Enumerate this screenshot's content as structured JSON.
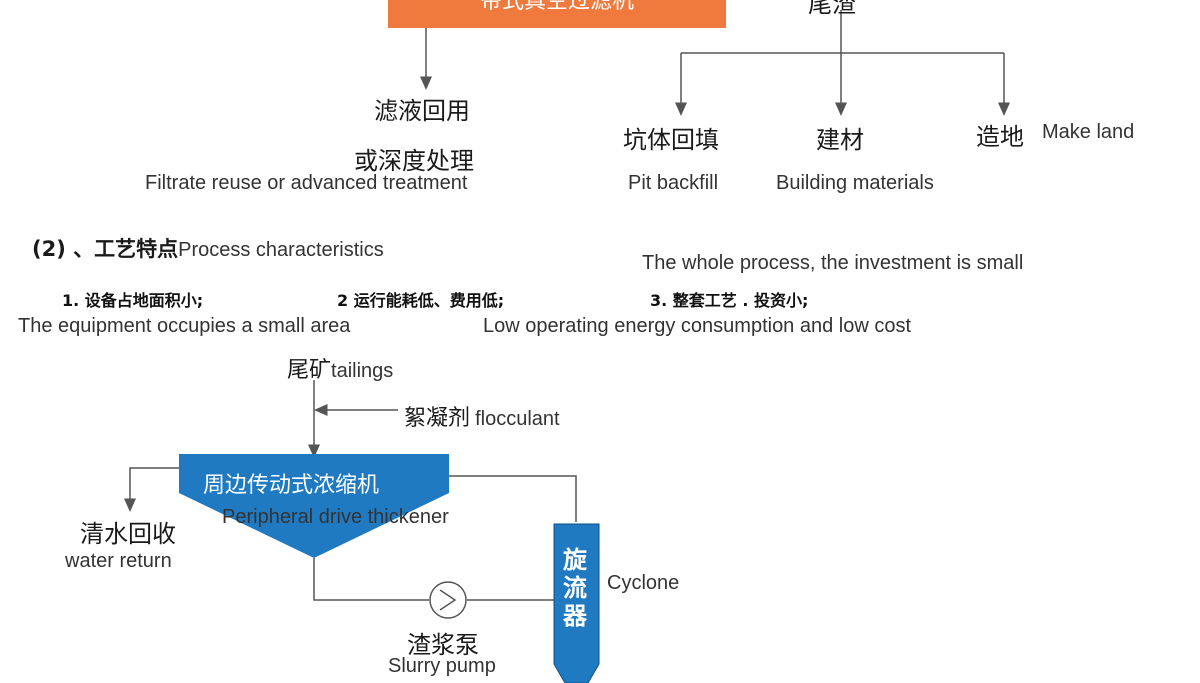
{
  "top": {
    "filter_machine_label": "带式真空过滤机",
    "tailings_label": "尾渣"
  },
  "filtrate": {
    "label_line1": "滤液回用",
    "label_line2": "或深度处理",
    "label_en": "Filtrate reuse or advanced treatment"
  },
  "uses": [
    {
      "zh": "坑体回填",
      "en": "Pit backfill"
    },
    {
      "zh": "建材",
      "en": "Building materials"
    },
    {
      "zh": "造地",
      "en": "Make land"
    }
  ],
  "section": {
    "heading_zh": "(2) 、工艺特点",
    "heading_en": "Process characteristics"
  },
  "features": [
    {
      "zh": "1. 设备占地面积小;",
      "en": "The equipment occupies a small area"
    },
    {
      "zh": "2 运行能耗低、费用低;",
      "en": "Low operating energy consumption and low cost"
    },
    {
      "zh": "3. 整套工艺 . 投资小;",
      "en": "The whole process, the investment is small"
    }
  ],
  "flow": {
    "tailings_zh": "尾矿",
    "tailings_en": "tailings",
    "flocculant_zh": "絮凝剂",
    "flocculant_en": "flocculant",
    "thickener_zh": "周边传动式浓缩机",
    "thickener_en": "Peripheral drive thickener",
    "water_return_zh": "清水回收",
    "water_return_en": "water return",
    "cyclone_zh": "旋流器",
    "cyclone_en": "Cyclone",
    "pump_zh": "渣浆泵",
    "pump_en": "Slurry pump"
  },
  "colors": {
    "filter_box": "#f07a3e",
    "thickener": "#1f7ac1",
    "cyclone": "#1f7ac1",
    "lines": "#555555"
  }
}
